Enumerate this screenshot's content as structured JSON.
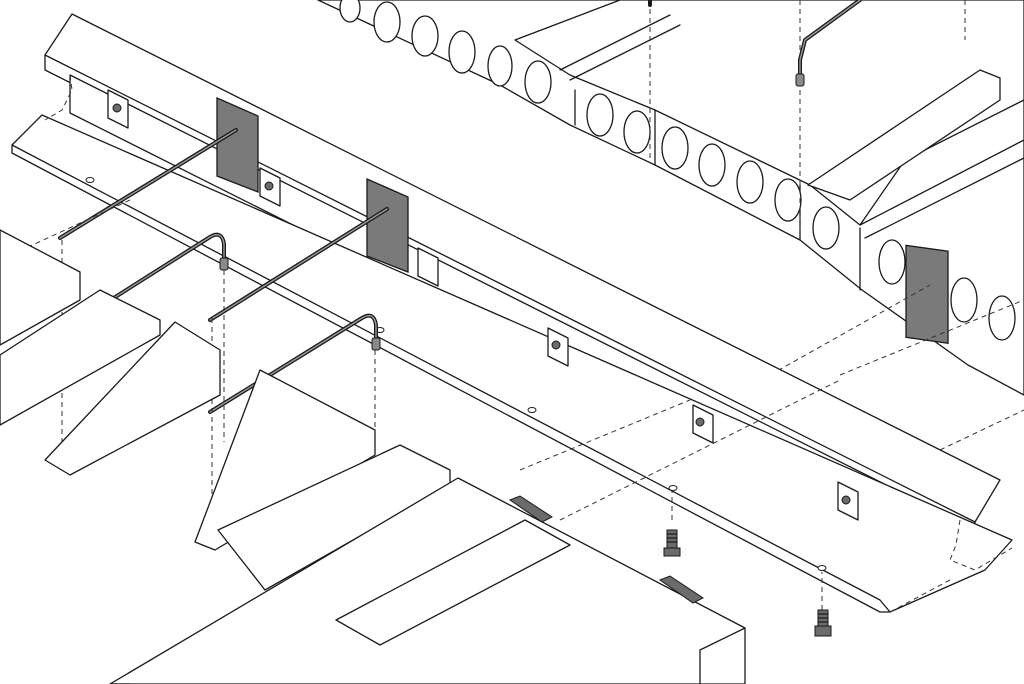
{
  "figure": {
    "kind": "exploded isometric assembly drawing",
    "labels": [],
    "colors": {
      "line": "#1a1a1a",
      "plate_fill": "#7a7a7a",
      "background": "#ffffff"
    }
  },
  "components": [
    {
      "name": "steel-beam",
      "icon": "i-beam-icon"
    },
    {
      "name": "hollow-core-slab",
      "icon": "hollow-core-icon"
    },
    {
      "name": "lower-concrete-slab",
      "icon": "slab-icon"
    },
    {
      "name": "bearing-plate",
      "icon": "plate-icon"
    },
    {
      "name": "tie-bar",
      "icon": "rebar-icon"
    },
    {
      "name": "anchor-bolt",
      "icon": "bolt-icon"
    }
  ]
}
